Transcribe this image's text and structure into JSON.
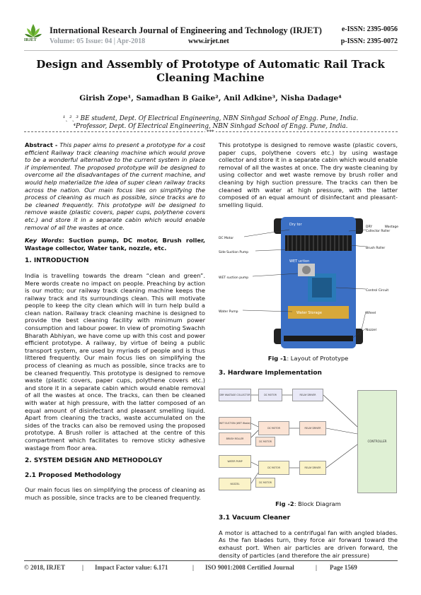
{
  "header": {
    "journal_title": "International Research Journal of Engineering and Technology (IRJET)",
    "issn_e": "e-ISSN: 2395-0056",
    "volume": "Volume: 05 Issue: 04 | Apr-2018",
    "website": "www.irjet.net",
    "issn_p": "p-ISSN: 2395-0072",
    "logo_text": "IRJET"
  },
  "paper": {
    "title": "Design and Assembly of Prototype of Automatic Rail Track Cleaning Machine",
    "authors": "Girish Zope¹, Samadhan B Gaike², Anil Adkine³, Nisha Dadage⁴",
    "affiliation_1": "¹ˎ ²ˎ ³ BE student, Dept. Of Electrical Engineering, NBN Sinhgad School of Engg. Pune, India.",
    "affiliation_2": "⁴Professor, Dept. Of Electrical Engineering, NBN Sinhgad School of Engg. Pune, India.",
    "separator": "***"
  },
  "left": {
    "abstract_label": "Abstract -",
    "abstract_text": "This paper aims to present a prototype for a cost efficient Railway track cleaning machine which would prove to be a wonderful alternative to the current system in place if implemented. The proposed prototype will be designed to overcome all the disadvantages of the current machine, and would help materialize the idea of super clean railway tracks across the nation. Our main focus lies on simplifying the process of cleaning as much as possible, since tracks are to be cleaned frequently. This prototype will be designed to remove waste (plastic covers, paper cups, polythene covers etc.) and store it in a separate cabin which would enable removal of all the wastes at once.",
    "keywords_label": "Key Words",
    "keywords_text": ":   Suction pump, DC motor, Brush roller, Wastage collector, Water tank, nozzle, etc.",
    "h1": "1. INTRODUCTION",
    "intro": "India is travelling towards the dream “clean and green”. Mere words create no impact on people. Preaching by action is our motto; our railway track cleaning machine keeps the railway track and its surroundings clean. This will motivate people to keep the city clean which will in turn help build a clean nation. Railway track cleaning machine is designed to provide the best cleaning facility with minimum power consumption and labour power. In view of promoting Swachh Bharath Abhiyan, we have come up with this cost and power efficient prototype. A railway, by virtue of being a public transport system, are used by myriads of people and is thus littered frequently. Our main focus lies on simplifying the process of cleaning as much as possible, since tracks are to be cleaned frequently. This prototype is designed to remove waste (plastic covers, paper cups, polythene covers etc.) and store it in a separate cabin which would enable removal of all the wastes at once. The tracks, can then be cleaned with water at high pressure, with the latter composed of an equal amount of disinfectant and pleasant smelling liquid. Apart from cleaning the tracks, waste accumulated on the sides of the tracks can also be removed using the proposed prototype. A Brush roller is attached at the centre of this compartment which facilitates to remove sticky adhesive wastage from floor area.",
    "h2": "2. SYSTEM DESIGN AND METHODOLGY",
    "h21": "2.1 Proposed Methodology",
    "method": "Our main focus lies on simplifying the process of cleaning as much as possible, since tracks are to be cleaned frequently."
  },
  "right": {
    "para1": "This prototype is designed to remove waste (plastic covers, paper cups, polythene covers etc.) by using wastage collector and store it in a separate cabin which would enable removal of all the wastes at once. The dry waste cleaning by using collector and wet waste remove by brush roller and cleaning by high suction pressure. The tracks can then be cleaned with water at high pressure, with the latter composed of an equal amount of disinfectant and pleasant-smelling liquid.",
    "fig1_labels": {
      "dc_motor": "DC Motor",
      "side_suction": "Side Suction Pump",
      "wet_suction": "WET suction pump",
      "water_pump": "Water Pump",
      "dry_collector": "DRY Wastage Collector Roller",
      "brush_roller": "Brush Roller",
      "control": "Control Circuit",
      "wheel": "Wheel",
      "nozzel": "Nozzel",
      "water_storage": "Water Storage",
      "inner_top": "Dry          tor",
      "inner_wet": "WET       uction"
    },
    "fig1_caption_label": "Fig -1",
    "fig1_caption_text": ": Layout of Prototype",
    "h3": "3. Hardware Implementation",
    "fig2_blocks": {
      "b1": "DRY WASTAGE COLLECTOR",
      "b2": "DC MOTOR",
      "b3": "RELAY DRIVER",
      "b4": "WET SUCTION (WET Waste)",
      "b5": "BRUSH ROLLER",
      "b6": "DC MOTOR",
      "b7": "RELAY DRIVER",
      "b8": "DC MOTOR",
      "b9": "WATER PUMP",
      "b10": "DC MOTOR",
      "b11": "RELAY DRIVER",
      "b12": "NOZZEL",
      "b13": "DC MOTOR",
      "b14": "CONTROLLER"
    },
    "fig2_caption_label": "Fig -2",
    "fig2_caption_text": ": Block Diagram",
    "h31": "3.1 Vacuum Cleaner",
    "vacuum": "A motor is attached to a centrifugal fan with angled blades. As the fan blades turn, they force air forward toward the exhaust port. When air particles are driven forward, the density of particles (and therefore the air pressure)"
  },
  "footer": {
    "copyright": "© 2018, IRJET",
    "impact": "Impact Factor value: 6.171",
    "iso": "ISO 9001:2008 Certified Journal",
    "page": "Page 1569",
    "sep": "|"
  },
  "colors": {
    "blue_body": "#3b6fc4",
    "accent_green": "#5aa02c",
    "water_storage": "#d7a83a"
  }
}
